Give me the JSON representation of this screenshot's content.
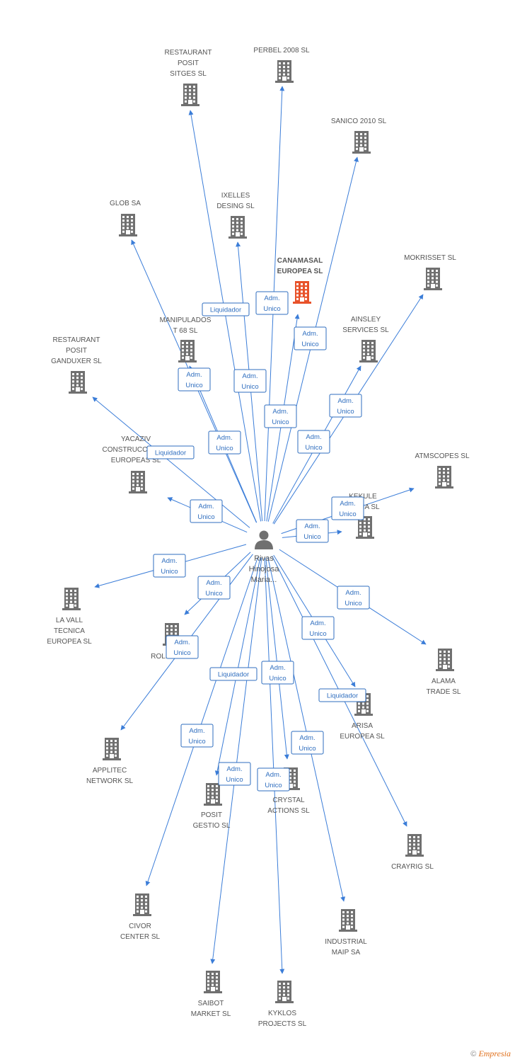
{
  "center": {
    "label_lines": [
      "Rivas",
      "Hinojosa",
      "Maria..."
    ],
    "icon": "person-icon"
  },
  "colors": {
    "edge": "#3b7dd8",
    "building": "#707070",
    "highlight": "#e8522a",
    "badge": "#2f6ebf"
  },
  "nodes": [
    {
      "id": "restaurant-posit-sitges",
      "lines": [
        "RESTAURANT",
        "POSIT",
        "SITGES SL"
      ]
    },
    {
      "id": "perbel-2008",
      "lines": [
        "PERBEL 2008 SL"
      ]
    },
    {
      "id": "sanico-2010",
      "lines": [
        "SANICO 2010 SL"
      ]
    },
    {
      "id": "glob-sa",
      "lines": [
        "GLOB SA"
      ]
    },
    {
      "id": "ixelles-desing",
      "lines": [
        "IXELLES",
        "DESING SL"
      ]
    },
    {
      "id": "canamasal-europea",
      "lines": [
        "CANAMASAL",
        "EUROPEA SL"
      ],
      "highlight": true
    },
    {
      "id": "mokrisset",
      "lines": [
        "MOKRISSET SL"
      ]
    },
    {
      "id": "manipulados",
      "lines": [
        "MANIPULADOS",
        "T 68 SL"
      ]
    },
    {
      "id": "ainsley-services",
      "lines": [
        "AINSLEY",
        "SERVICES SL"
      ]
    },
    {
      "id": "restaurant-posit-ganduxer",
      "lines": [
        "RESTAURANT",
        "POSIT",
        "GANDUXER SL"
      ]
    },
    {
      "id": "yacaziv",
      "lines": [
        "YACAZIV",
        "CONSTRUCCIONES",
        "EUROPEAS SL"
      ]
    },
    {
      "id": "atmscopes",
      "lines": [
        "ATMSCOPES SL"
      ]
    },
    {
      "id": "kekule",
      "lines": [
        "KEKULE",
        "IBERIA SL"
      ]
    },
    {
      "id": "la-vall",
      "lines": [
        "LA VALL",
        "TECNICA",
        "EUROPEA SL"
      ]
    },
    {
      "id": "roler",
      "lines": [
        "ROLER SL"
      ]
    },
    {
      "id": "alama-trade",
      "lines": [
        "ALAMA",
        "TRADE SL"
      ]
    },
    {
      "id": "arisa-europea",
      "lines": [
        "ARISA",
        "EUROPEA SL"
      ]
    },
    {
      "id": "applitec",
      "lines": [
        "APPLITEC",
        "NETWORK SL"
      ]
    },
    {
      "id": "posit-gestio",
      "lines": [
        "POSIT",
        "GESTIO SL"
      ]
    },
    {
      "id": "crystal-actions",
      "lines": [
        "CRYSTAL",
        "ACTIONS SL"
      ]
    },
    {
      "id": "crayrig",
      "lines": [
        "CRAYRIG SL"
      ]
    },
    {
      "id": "civor-center",
      "lines": [
        "CIVOR",
        "CENTER SL"
      ]
    },
    {
      "id": "industrial-maip",
      "lines": [
        "INDUSTRIAL",
        "MAIP SA"
      ]
    },
    {
      "id": "saibot-market",
      "lines": [
        "SAIBOT",
        "MARKET SL"
      ]
    },
    {
      "id": "kyklos-projects",
      "lines": [
        "KYKLOS",
        "PROJECTS SL"
      ]
    }
  ],
  "badges": [
    {
      "lines": [
        "Liquidador"
      ]
    },
    {
      "lines": [
        "Adm.",
        "Unico"
      ]
    },
    {
      "lines": [
        "Adm.",
        "Unico"
      ]
    },
    {
      "lines": [
        "Adm.",
        "Unico"
      ]
    },
    {
      "lines": [
        "Adm.",
        "Unico"
      ]
    },
    {
      "lines": [
        "Adm.",
        "Unico"
      ]
    },
    {
      "lines": [
        "Adm.",
        "Unico"
      ]
    },
    {
      "lines": [
        "Adm.",
        "Unico"
      ]
    },
    {
      "lines": [
        "Adm.",
        "Unico"
      ]
    },
    {
      "lines": [
        "Liquidador"
      ]
    },
    {
      "lines": [
        "Adm.",
        "Unico"
      ]
    },
    {
      "lines": [
        "Adm.",
        "Unico"
      ]
    },
    {
      "lines": [
        "Adm.",
        "Unico"
      ]
    },
    {
      "lines": [
        "Adm.",
        "Unico"
      ]
    },
    {
      "lines": [
        "Adm.",
        "Unico"
      ]
    },
    {
      "lines": [
        "Adm.",
        "Unico"
      ]
    },
    {
      "lines": [
        "Adm.",
        "Unico"
      ]
    },
    {
      "lines": [
        "Adm.",
        "Unico"
      ]
    },
    {
      "lines": [
        "Liquidador"
      ]
    },
    {
      "lines": [
        "Adm.",
        "Unico"
      ]
    },
    {
      "lines": [
        "Liquidador"
      ]
    },
    {
      "lines": [
        "Adm.",
        "Unico"
      ]
    },
    {
      "lines": [
        "Adm.",
        "Unico"
      ]
    },
    {
      "lines": [
        "Adm.",
        "Unico"
      ]
    },
    {
      "lines": [
        "Adm.",
        "Unico"
      ]
    }
  ],
  "footer": {
    "copyright": "©",
    "brand": "Empresia"
  }
}
